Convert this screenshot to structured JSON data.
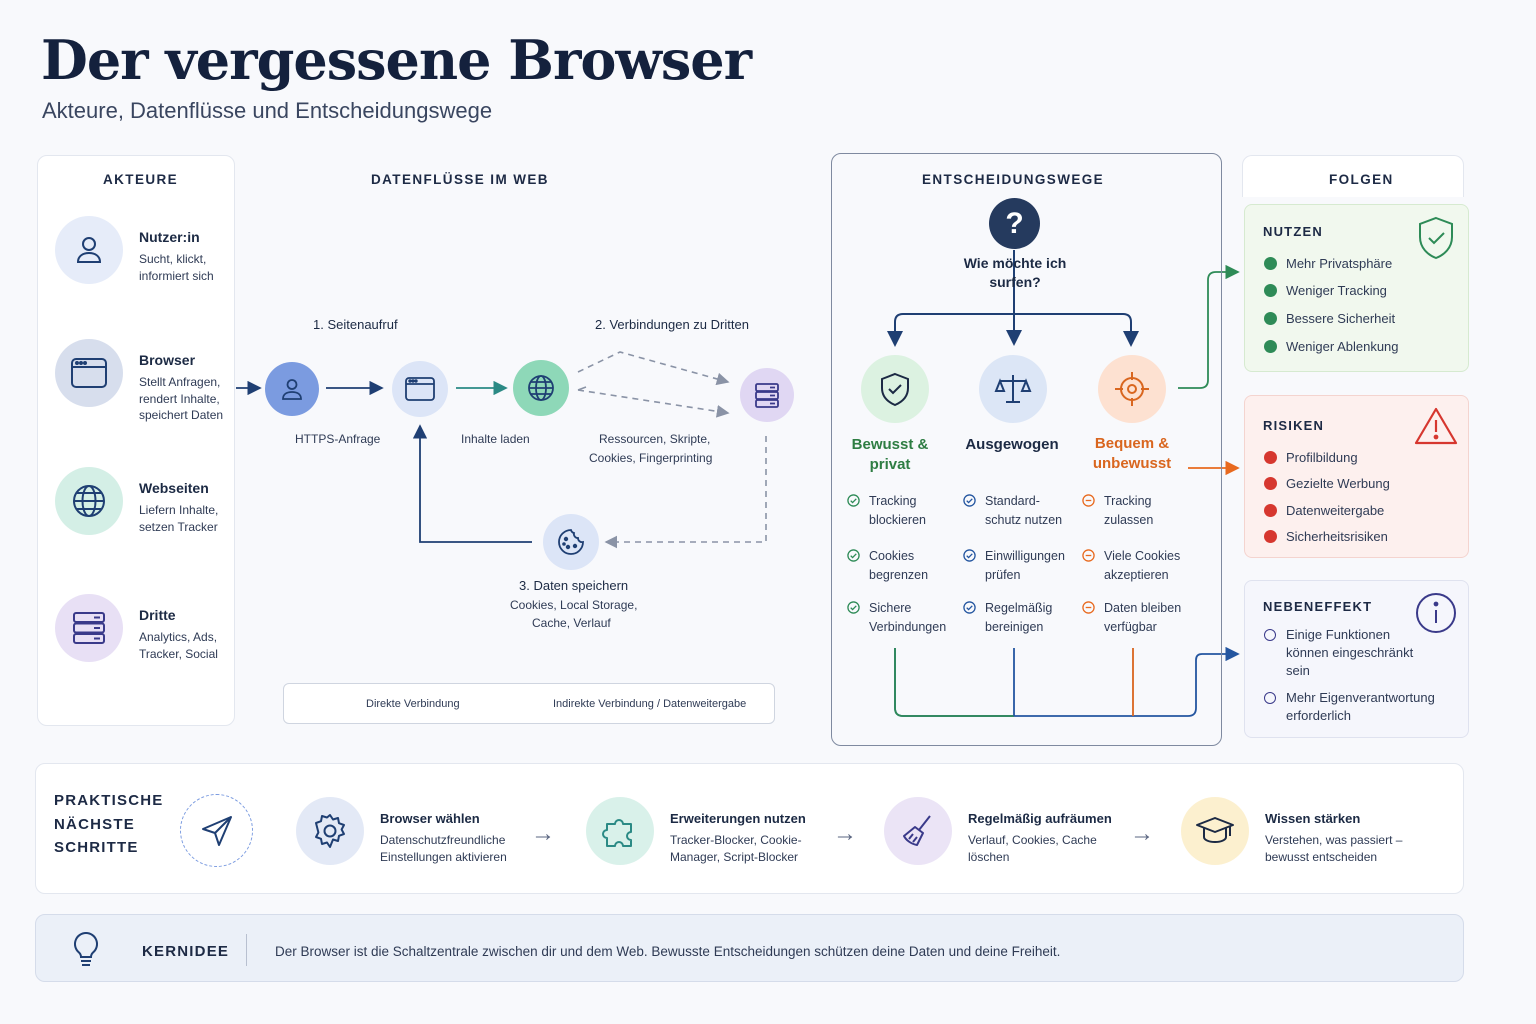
{
  "header": {
    "title": "Der vergessene Browser",
    "subtitle": "Akteure, Datenflüsse und Entscheidungswege"
  },
  "actors": {
    "title": "AKTEURE",
    "items": [
      {
        "name": "Nutzer:in",
        "desc": "Sucht, klickt, informiert sich",
        "icon": "user-icon",
        "color": "#e6ecf9"
      },
      {
        "name": "Browser",
        "desc": "Stellt Anfragen, rendert Inhalte, speichert Daten",
        "icon": "browser-window-icon",
        "color": "#dfe5f2"
      },
      {
        "name": "Webseiten",
        "desc": "Liefern Inhalte, setzen Tracker",
        "icon": "globe-icon",
        "color": "#d9f1ea"
      },
      {
        "name": "Dritte",
        "desc": "Analytics, Ads, Tracker, Social",
        "icon": "server-icon",
        "color": "#ebe4f6"
      }
    ]
  },
  "dataflow": {
    "title": "DATENFLÜSSE IM WEB",
    "step1": "1. Seitenaufruf",
    "step2": "2. Verbindungen zu Dritten",
    "step3_title": "3. Daten speichern",
    "step3_line1": "Cookies, Local Storage,",
    "step3_line2": "Cache, Verlauf",
    "https": "HTTPS-Anfrage",
    "load": "Inhalte laden",
    "resources_line1": "Ressourcen, Skripte,",
    "resources_line2": "Cookies, Fingerprinting",
    "legend_direct": "Direkte Verbindung",
    "legend_indirect": "Indirekte Verbindung / Datenweitergabe"
  },
  "decisions": {
    "title": "ENTSCHEIDUNGSWEGE",
    "question_line1": "Wie möchte ich",
    "question_line2": "surfen?",
    "paths": [
      {
        "title_line1": "Bewusst &",
        "title_line2": "privat",
        "color": "#2e7d43",
        "items": [
          [
            "Tracking",
            "blockieren"
          ],
          [
            "Cookies",
            "begrenzen"
          ],
          [
            "Sichere",
            "Verbindungen"
          ]
        ]
      },
      {
        "title_line1": "Ausgewogen",
        "title_line2": "",
        "color": "#1f3f73",
        "items": [
          [
            "Standard-",
            "schutz nutzen"
          ],
          [
            "Einwilligungen",
            "prüfen"
          ],
          [
            "Regelmäßig",
            "bereinigen"
          ]
        ]
      },
      {
        "title_line1": "Bequem &",
        "title_line2": "unbewusst",
        "color": "#d9661f",
        "items": [
          [
            "Tracking",
            "zulassen"
          ],
          [
            "Viele Cookies",
            "akzeptieren"
          ],
          [
            "Daten bleiben",
            "verfügbar"
          ]
        ]
      }
    ]
  },
  "consequences": {
    "title": "FOLGEN",
    "benefits": {
      "title": "NUTZEN",
      "items": [
        "Mehr Privatsphäre",
        "Weniger Tracking",
        "Bessere Sicherheit",
        "Weniger Ablenkung"
      ]
    },
    "risks": {
      "title": "RISIKEN",
      "items": [
        "Profilbildung",
        "Gezielte Werbung",
        "Datenweitergabe",
        "Sicherheitsrisiken"
      ]
    },
    "side": {
      "title": "NEBENEFFEKT",
      "items": [
        [
          "Einige Funktionen",
          "können eingeschränkt",
          "sein"
        ],
        [
          "Mehr Eigenverantwortung",
          "erforderlich"
        ]
      ]
    }
  },
  "practical": {
    "title_line1": "PRAKTISCHE",
    "title_line2": "NÄCHSTE",
    "title_line3": "SCHRITTE",
    "steps": [
      {
        "name": "Browser wählen",
        "desc": "Datenschutzfreundliche Einstellungen aktivieren",
        "icon": "gear-icon"
      },
      {
        "name": "Erweiterungen nutzen",
        "desc": "Tracker-Blocker, Cookie-Manager, Script-Blocker",
        "icon": "puzzle-icon"
      },
      {
        "name": "Regelmäßig aufräumen",
        "desc": "Verlauf, Cookies, Cache löschen",
        "icon": "broom-icon"
      },
      {
        "name": "Wissen stärken",
        "desc": "Verstehen, was passiert – bewusst entscheiden",
        "icon": "graduation-cap-icon"
      }
    ]
  },
  "core": {
    "label": "KERNIDEE",
    "text": "Der Browser ist die Schaltzentrale zwischen dir und dem Web. Bewusste Entscheidungen schützen deine Daten und deine Freiheit."
  }
}
